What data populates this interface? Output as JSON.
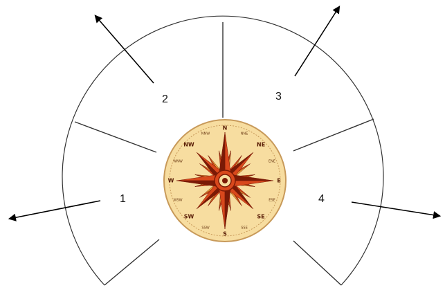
{
  "diagram": {
    "sectors": [
      {
        "id": "1",
        "label": "1"
      },
      {
        "id": "2",
        "label": "2"
      },
      {
        "id": "3",
        "label": "3"
      },
      {
        "id": "4",
        "label": "4"
      }
    ],
    "compass": {
      "cardinals": {
        "n": "N",
        "e": "E",
        "s": "S",
        "w": "W"
      },
      "intercardinals": {
        "ne": "NE",
        "se": "SE",
        "sw": "SW",
        "nw": "NW"
      },
      "secondary": {
        "nne": "NNE",
        "ene": "ENE",
        "ese": "ESE",
        "sse": "SSE",
        "ssw": "SSW",
        "wsw": "WSW",
        "wnw": "WNW",
        "nnw": "NNW"
      }
    },
    "colors": {
      "line": "#333333",
      "arrow": "#000000",
      "compass_face": "#f7dda0",
      "compass_ring": "#c89a5a",
      "rose_dark": "#7a1a06",
      "rose_red": "#d8481c",
      "rose_gold": "#e8a23a"
    }
  }
}
